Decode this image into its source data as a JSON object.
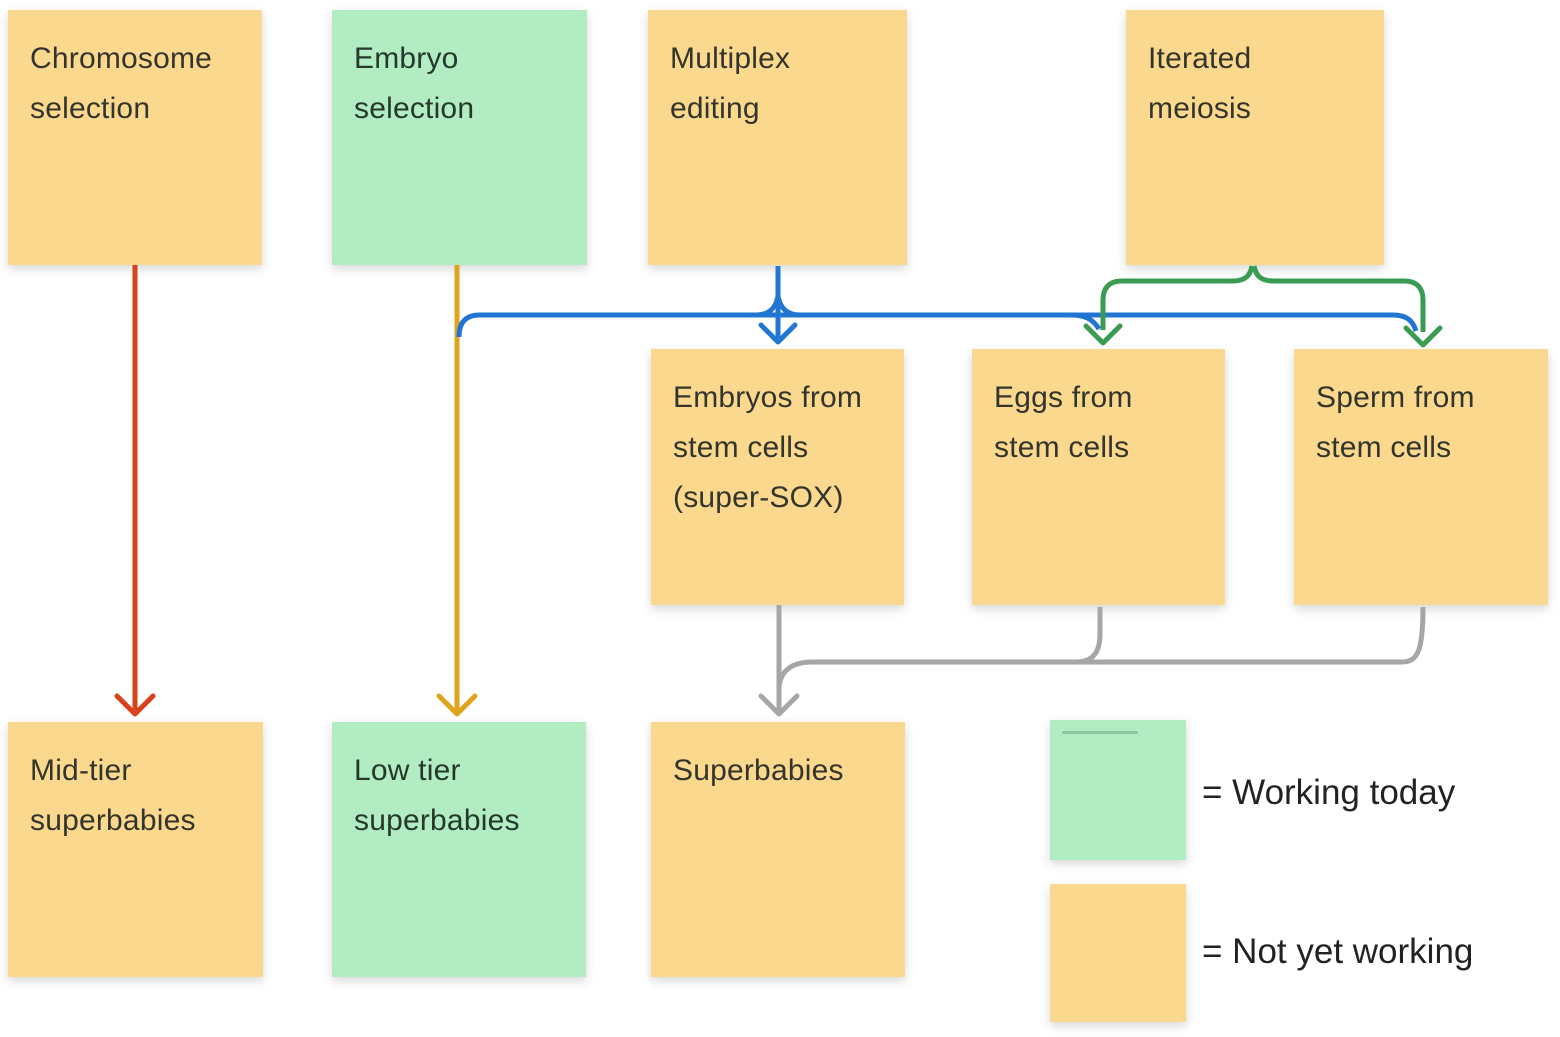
{
  "diagram_title": "",
  "colors": {
    "background": "#ffffff",
    "sticky_yellow": "#fad98f",
    "sticky_green": "#b2ecc2",
    "arrow_red": "#d8411a",
    "arrow_yellow": "#e0a41c",
    "arrow_blue": "#2176d2",
    "arrow_green": "#3a9b52",
    "arrow_gray": "#a6a6a6",
    "text_dark": "#33342c"
  },
  "nodes": {
    "chromosome": {
      "label": "Chromosome selection",
      "color": "yellow",
      "status": "Not yet working"
    },
    "embryo": {
      "label": "Embryo selection",
      "color": "green",
      "status": "Working today"
    },
    "multiplex": {
      "label": "Multiplex editing",
      "color": "yellow",
      "status": "Not yet working"
    },
    "meiosis": {
      "label": "Iterated meiosis",
      "color": "yellow",
      "status": "Not yet working"
    },
    "embryos_sox": {
      "label": "Embryos from stem cells (super-SOX)",
      "color": "yellow",
      "status": "Not yet working"
    },
    "eggs": {
      "label": "Eggs from stem cells",
      "color": "yellow",
      "status": "Not yet working"
    },
    "sperm": {
      "label": "Sperm from stem cells",
      "color": "yellow",
      "status": "Not yet working"
    },
    "midtier": {
      "label": "Mid-tier superbabies",
      "color": "yellow",
      "status": "Not yet working"
    },
    "lowtier": {
      "label": "Low tier superbabies",
      "color": "green",
      "status": "Working today"
    },
    "superbabies": {
      "label": "Superbabies",
      "color": "yellow",
      "status": "Not yet working"
    }
  },
  "edges": [
    {
      "from": "Chromosome selection",
      "to": "Mid-tier superbabies",
      "color": "#d8411a"
    },
    {
      "from": "Embryo selection",
      "to": "Low tier superbabies",
      "color": "#e0a41c"
    },
    {
      "from": "Multiplex editing",
      "to": "Embryos from stem cells (super-SOX)",
      "color": "#2176d2"
    },
    {
      "from": "Multiplex editing",
      "to": "Eggs from stem cells",
      "color": "#2176d2"
    },
    {
      "from": "Multiplex editing",
      "to": "Sperm from stem cells",
      "color": "#2176d2"
    },
    {
      "from": "Iterated meiosis",
      "to": "Eggs from stem cells",
      "color": "#3a9b52"
    },
    {
      "from": "Iterated meiosis",
      "to": "Sperm from stem cells",
      "color": "#3a9b52"
    },
    {
      "from": "Embryos from stem cells (super-SOX)",
      "to": "Superbabies",
      "color": "#a6a6a6"
    },
    {
      "from": "Eggs from stem cells",
      "to": "Superbabies",
      "color": "#a6a6a6"
    },
    {
      "from": "Sperm from stem cells",
      "to": "Superbabies",
      "color": "#a6a6a6"
    }
  ],
  "legend": {
    "working": {
      "label": "= Working today",
      "swatch_color": "#b2ecc2"
    },
    "not_working": {
      "label": "= Not yet working",
      "swatch_color": "#fad98f"
    }
  }
}
